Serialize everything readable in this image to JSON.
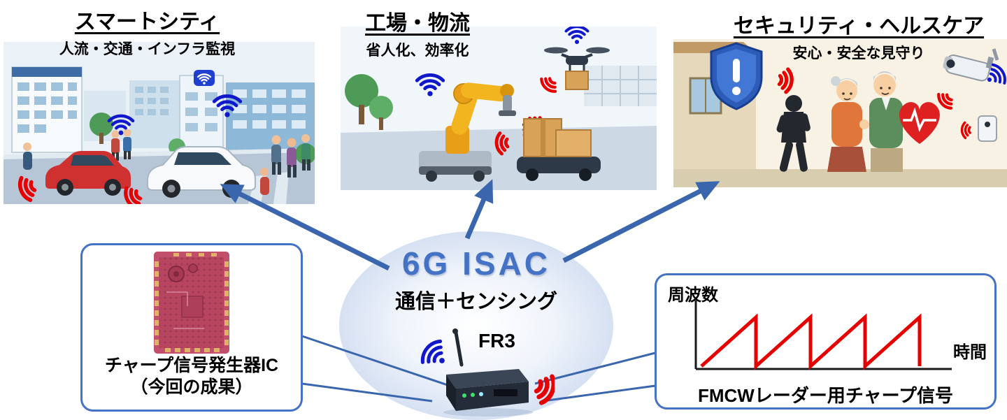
{
  "diagram_title": "6G ISAC",
  "colors": {
    "arrow_blue": "#3a66ae",
    "box_border_blue": "#4472c4",
    "isac_text_blue": "#4472c4",
    "wifi_blue": "#1118cc",
    "radar_red": "#e60000"
  },
  "use_cases": [
    {
      "title": "スマートシティ",
      "subtitle": "人流・交通・インフラ監視",
      "illustration": "smart-city-scene"
    },
    {
      "title": "工場・物流",
      "subtitle": "省人化、効率化",
      "illustration": "factory-logistics-scene"
    },
    {
      "title": "セキュリティ・ヘルスケア",
      "subtitle": "安心・安全な見守り",
      "illustration": "security-healthcare-scene"
    }
  ],
  "center": {
    "title": "6G ISAC",
    "subtitle": "通信＋センシング",
    "band_label": "FR3",
    "device": "wireless-base-station",
    "icons": [
      "wifi-icon",
      "radar-icon"
    ]
  },
  "left_box": {
    "caption_line1": "チャープ信号発生器IC",
    "caption_line2": "（今回の成果）",
    "image": "chirp-generator-ic-photo"
  },
  "right_box": {
    "caption": "FMCWレーダー用チャープ信号",
    "chart_data": {
      "type": "line",
      "waveform": "rising-sawtooth",
      "title": "FMCWレーダー用チャープ信号",
      "xlabel": "時間",
      "ylabel": "周波数",
      "num_ramps": 4,
      "color": "#e60000",
      "grid": false,
      "legend": false
    }
  }
}
